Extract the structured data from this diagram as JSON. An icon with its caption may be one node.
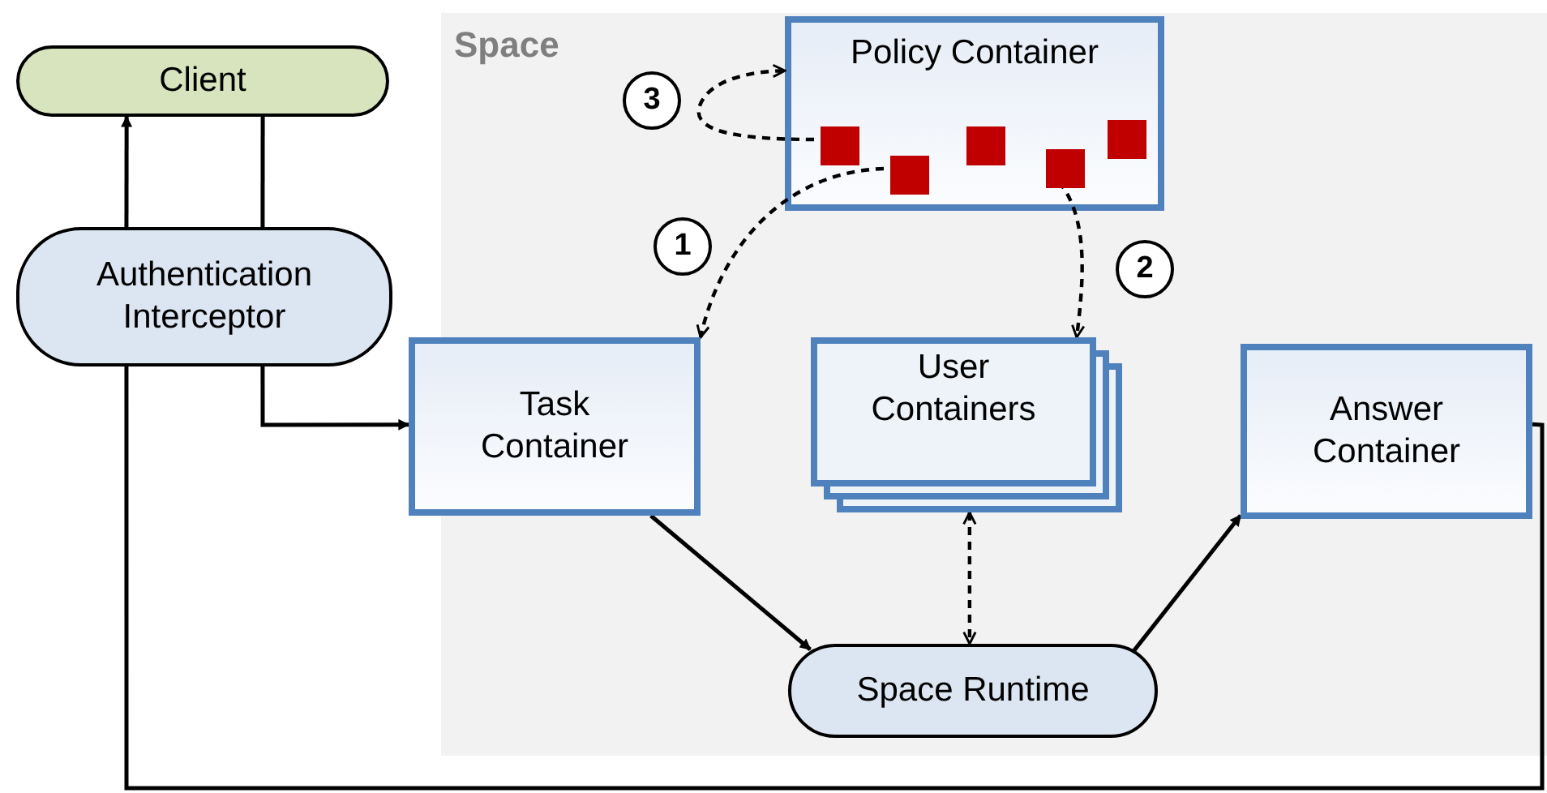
{
  "diagram": {
    "nodes": [
      {
        "text": [
          "Client"
        ]
      },
      {
        "text": [
          "Authentication Interceptor"
        ]
      },
      {
        "text": [
          "Space"
        ]
      },
      {
        "text": [
          "Policy Container"
        ],
        "in": 2
      },
      {
        "text": [],
        "shape": "box",
        "in": 3
      },
      {
        "text": [],
        "shape": "box",
        "in": 3
      },
      {
        "text": [],
        "shape": "box",
        "in": 3
      },
      {
        "text": [],
        "shape": "box",
        "in": 3
      },
      {
        "text": [],
        "shape": "box",
        "in": 3
      },
      {
        "text": [
          "Task Container"
        ],
        "in": 2
      },
      {
        "text": [
          "User Containers"
        ],
        "in": 2
      },
      {
        "text": [
          "Answer Container"
        ],
        "in": 2
      },
      {
        "text": [
          "Space Runtime"
        ],
        "in": 2
      }
    ],
    "edges": [
      {
        "from": 1,
        "to": 0,
        "arrow": "to"
      },
      {
        "from": 0,
        "to": 1,
        "arrow": "none"
      },
      {
        "from": 1,
        "to": 9,
        "arrow": "to"
      },
      {
        "from": 4,
        "to": 3,
        "arrow": "to",
        "label": "3",
        "style": "dashed"
      },
      {
        "from": 5,
        "to": 9,
        "arrow": "to",
        "label": "1",
        "style": "dashed"
      },
      {
        "from": 7,
        "to": 10,
        "arrow": "to",
        "label": "2",
        "style": "dashed"
      },
      {
        "from": 9,
        "to": 12,
        "arrow": "to"
      },
      {
        "from": 12,
        "to": 11,
        "arrow": "to"
      },
      {
        "from": 10,
        "to": 12,
        "arrow": "both",
        "style": "dashed"
      },
      {
        "from": 11,
        "to": 1,
        "arrow": "none"
      }
    ]
  }
}
